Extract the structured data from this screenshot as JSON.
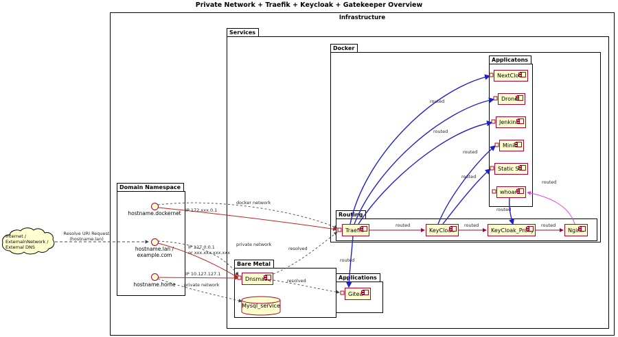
{
  "title": "Private Network + Traefik + Keycloak + Gatekeeper Overview",
  "frames": {
    "infrastructure": "Infrastructure",
    "services": "Services",
    "docker": "Docker",
    "applicatons": "Applicatons",
    "routing": "Routing",
    "domain_namespace": "Domain Namespace",
    "bare_metal": "Bare Metal",
    "applications": "Applications"
  },
  "cloud": {
    "label": "Internet /\nExternalnNetwork /\nExternal DNS"
  },
  "docker_apps": [
    "NextCloud",
    "Drone",
    "Jenkins",
    "Minio",
    "Static Site",
    "whoami"
  ],
  "routing_components": [
    "Traefik",
    "KeyCloak",
    "KeyCloak_Proxy",
    "Nginx"
  ],
  "domain_interfaces": [
    "hostname.dockernet",
    "hostname.lan /\nexample.com",
    "hostname.home"
  ],
  "bare_metal": {
    "dnsmasq": "Dnsmasq",
    "mysql": "Mysql_service"
  },
  "applications": {
    "gitea": "Gitea"
  },
  "edge_labels": {
    "resolve_uri": "Resolve URI Request\n(hostname.lan)",
    "ip_dockernet": "IP 172.xxx.0.1",
    "docker_network": "docker network",
    "ip_lan": "IP 127.0.0.1\nor xxx.xxx.xxx.xxx",
    "private_network": "private network",
    "resolved": "resolved",
    "ip_home": "IP 10.127.127.1",
    "routed": "routed"
  },
  "colors": {
    "component_fill": "#FEFECE",
    "component_border": "#A80036",
    "edge_blue": "#2020C8",
    "edge_red": "#C02020",
    "edge_magenta": "#DD44DD",
    "edge_default": "#A80036"
  }
}
